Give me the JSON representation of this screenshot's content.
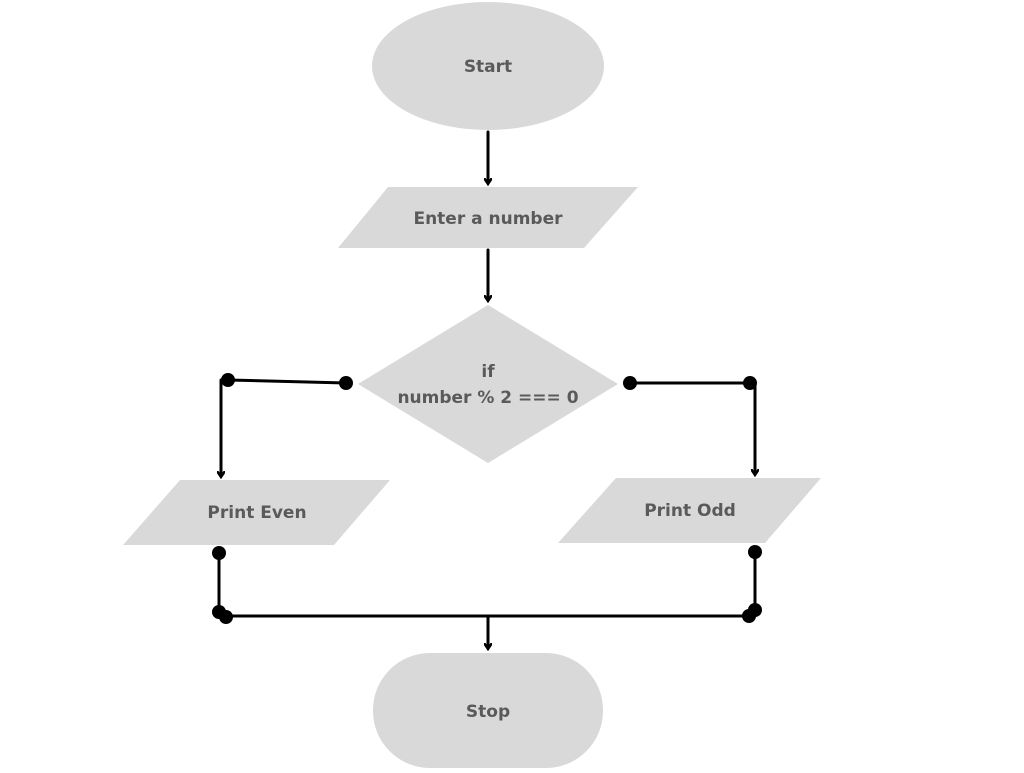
{
  "colors": {
    "shape_fill": "#d9d9d9",
    "text": "#5a5a5a",
    "line": "#000000",
    "background": "#ffffff"
  },
  "nodes": {
    "start": "Start",
    "input": "Enter a number",
    "condition_line1": "if",
    "condition_line2": "number % 2 === 0",
    "print_even": "Print Even",
    "print_odd": "Print Odd",
    "stop": "Stop"
  }
}
